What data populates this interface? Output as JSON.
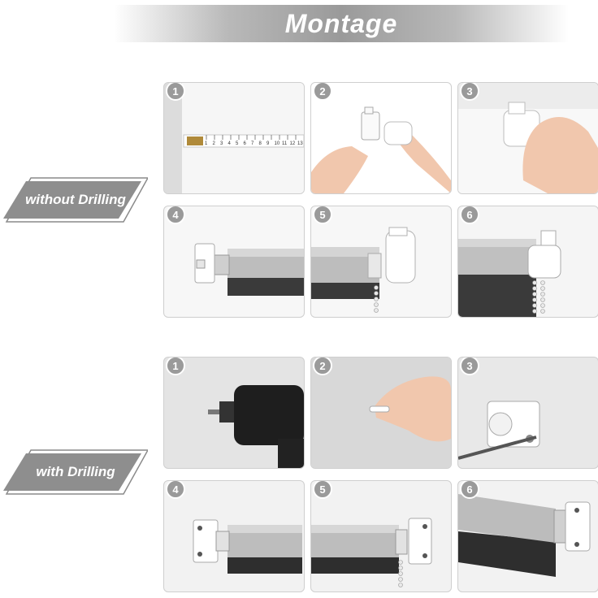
{
  "header": {
    "title": "Montage"
  },
  "sections": [
    {
      "label": "without Drilling",
      "steps": [
        "1",
        "2",
        "3",
        "4",
        "5",
        "6"
      ]
    },
    {
      "label": "with Drilling",
      "steps": [
        "1",
        "2",
        "3",
        "4",
        "5",
        "6"
      ]
    }
  ],
  "tape_numbers": [
    "1",
    "2",
    "3",
    "4",
    "5",
    "6",
    "7",
    "8",
    "9",
    "10",
    "11",
    "12",
    "13"
  ],
  "colors": {
    "badge": "#9a9a9a",
    "banner": "#9a9a9a",
    "blind_fabric": "#3a3a3a",
    "roller": "#b8b8b8"
  }
}
